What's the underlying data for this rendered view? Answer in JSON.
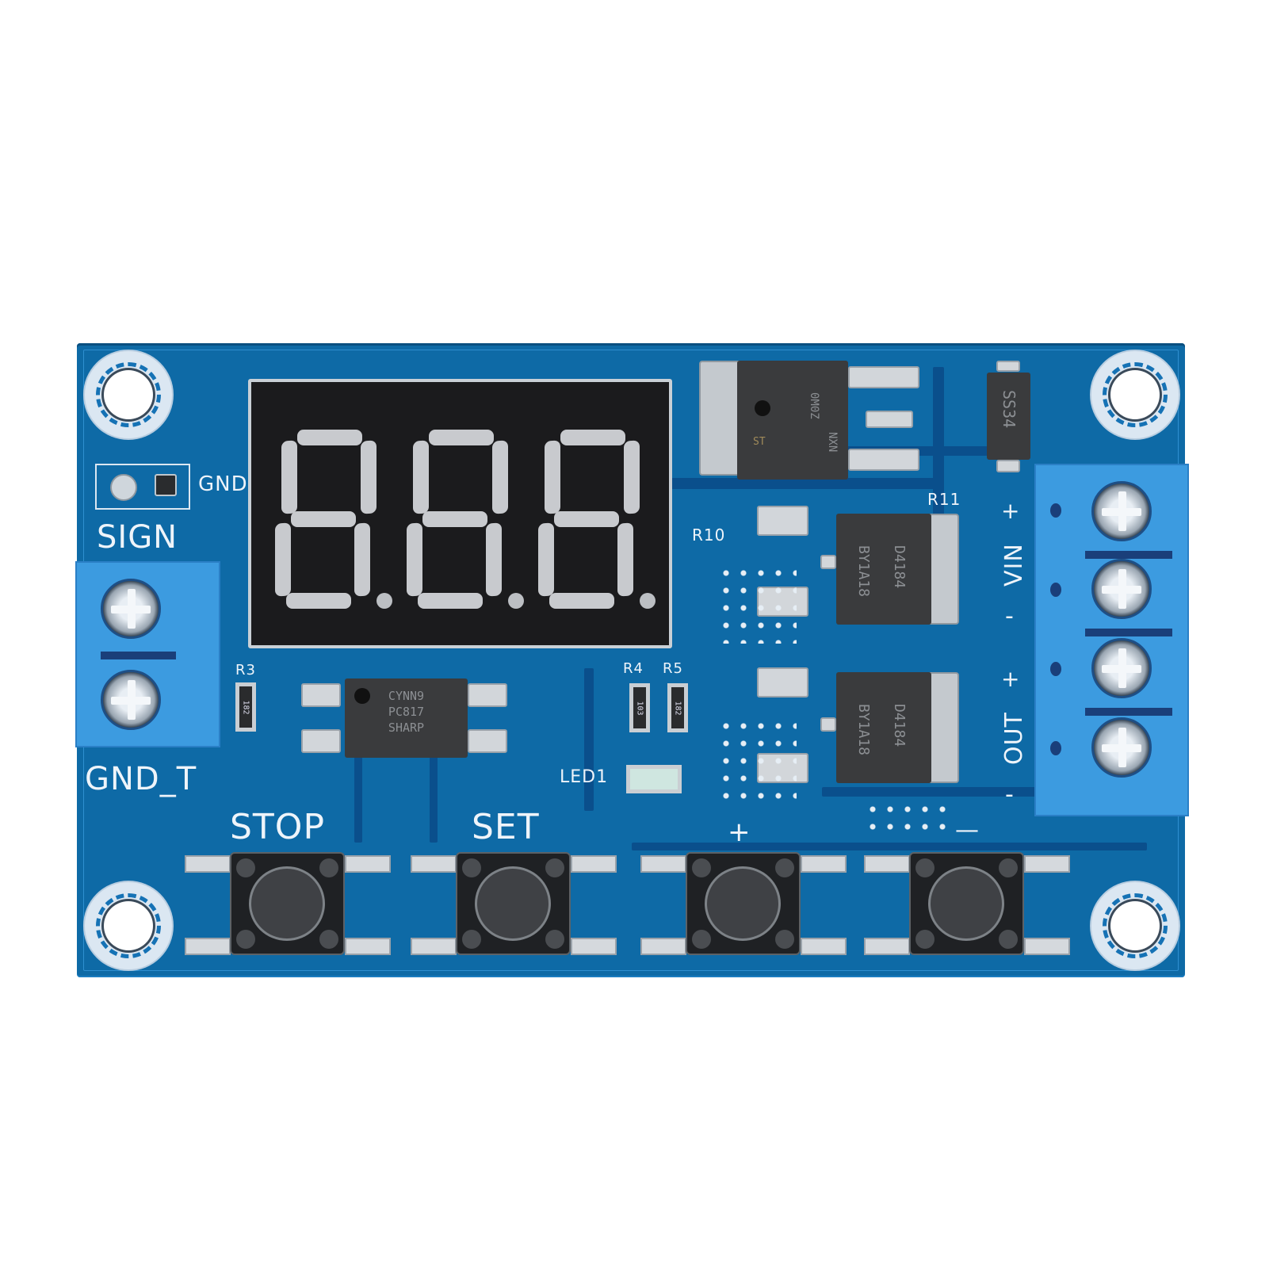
{
  "scene": {
    "subject": "Dual MOS trigger delay timer module (PCB)",
    "background_color": "#ffffff",
    "board_color": "#0e6aa6",
    "terminal_color": "#3c9be0",
    "silkscreen_color": "#eef4fa"
  },
  "display": {
    "type": "3-digit 7-segment LED",
    "digits": [
      "8.",
      "8.",
      "8."
    ],
    "segment_color": "#c8cace",
    "body_color": "#1b1b1d"
  },
  "silkscreen": {
    "gnd_top": "GND",
    "sign": "SIGN",
    "gnd_t": "GND_T",
    "stop": "STOP",
    "set": "SET",
    "plus": "+",
    "minus": "—",
    "r3": "R3",
    "r4": "R4",
    "r5": "R5",
    "r10": "R10",
    "r11": "R11",
    "led1": "LED1",
    "vin_plus": "+",
    "vin": "VIN",
    "vin_minus": "-",
    "out_plus": "+",
    "out": "OUT",
    "out_minus": "-"
  },
  "components": {
    "regulator": {
      "line1": "NXN",
      "line2": "0M0Z",
      "logo": "ST"
    },
    "diode": {
      "marking": "SS34"
    },
    "mosfet_top": {
      "line1": "D4184",
      "line2": "BY1A18"
    },
    "mosfet_bottom": {
      "line1": "D4184",
      "line2": "BY1A18"
    },
    "optocoupler": {
      "line1": "CYNN9",
      "line2": "PC817",
      "line3": "SHARP"
    },
    "resistor_r3": {
      "marking": "182"
    },
    "resistor_r4": {
      "marking": "103"
    },
    "resistor_r5": {
      "marking": "182"
    }
  },
  "buttons": [
    {
      "label": "STOP"
    },
    {
      "label": "SET"
    },
    {
      "label": "+"
    },
    {
      "label": "—"
    }
  ],
  "terminals": {
    "signal_block": [
      "SIGN",
      "GND_T"
    ],
    "power_block": [
      "VIN +",
      "VIN -",
      "OUT +",
      "OUT -"
    ]
  }
}
